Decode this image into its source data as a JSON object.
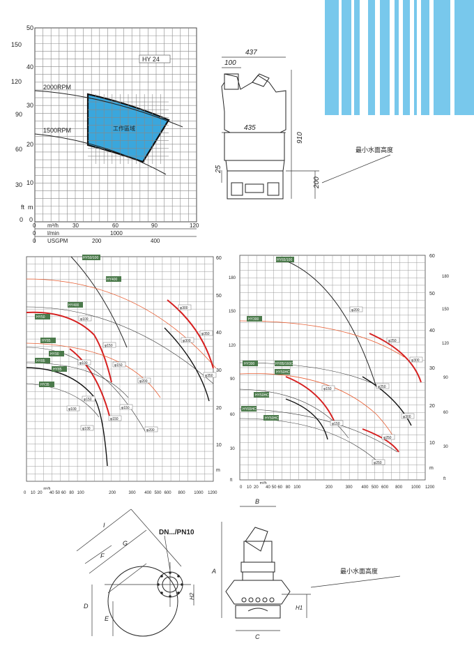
{
  "top_chart": {
    "model_label": "HY 24",
    "rpm_high": "2000RPM",
    "rpm_low": "1500RPM",
    "work_area_label": "工作區域",
    "left_ticks_ft": [
      "150",
      "120",
      "90",
      "60",
      "30",
      "0"
    ],
    "left_ticks_m": [
      "50",
      "40",
      "30",
      "20",
      "10",
      "0"
    ],
    "unit_ft": "ft",
    "unit_m": "m",
    "x_row1_unit": "m³/h",
    "x_row1_ticks": [
      "0",
      "30",
      "60",
      "90",
      "120"
    ],
    "x_row2_unit": "l/min",
    "x_row2_ticks": [
      "0",
      "1000"
    ],
    "x_row3_unit": "USGPM",
    "x_row3_ticks": [
      "0",
      "200",
      "400"
    ],
    "fill_color": "#3aa7dd"
  },
  "top_drawing": {
    "dim_437": "437",
    "dim_100": "100",
    "dim_435": "435",
    "dim_910": "910",
    "dim_25": "25",
    "dim_200": "200",
    "min_water_level": "最小水面高度"
  },
  "deco_stripes_color": "#78c8ec",
  "left_chart": {
    "labels": [
      "HY50/100",
      "HY400",
      "HY400",
      "HY50",
      "HY85",
      "HY90",
      "HY85",
      "HY85",
      "HY35"
    ],
    "diameters": [
      "φ300",
      "φ350",
      "φ300",
      "φ350",
      "φ100",
      "φ150",
      "φ150",
      "φ100",
      "φ200",
      "φ150",
      "φ100",
      "φ150",
      "φ150",
      "φ200",
      "φ100"
    ],
    "right_m_ticks": [
      "60",
      "50",
      "40",
      "30",
      "20",
      "10",
      "m"
    ],
    "right_ft_ticks": [
      "180",
      "150",
      "120",
      "90",
      "60",
      "30",
      "ft"
    ],
    "x_ticks": [
      "0",
      "10",
      "20",
      "40",
      "50",
      "60",
      "80",
      "100",
      "200",
      "300",
      "400",
      "500",
      "600",
      "800",
      "1000",
      "1200"
    ],
    "x_unit": "m³/h"
  },
  "right_chart": {
    "labels": [
      "HY65/100",
      "HY300",
      "HY300",
      "HY85/160C",
      "HY50HC",
      "HY50HC",
      "HY65HC",
      "HY50HC"
    ],
    "diameters": [
      "φ200",
      "φ250",
      "φ300",
      "φ150",
      "φ250",
      "φ150",
      "φ300",
      "φ250",
      "φ250"
    ],
    "right_m_ticks": [
      "60",
      "50",
      "40",
      "30",
      "20",
      "10",
      "m"
    ],
    "right_ft_ticks": [
      "180",
      "150",
      "120",
      "90",
      "60",
      "30",
      "ft"
    ],
    "x_ticks": [
      "0",
      "10",
      "20",
      "40",
      "50",
      "60",
      "80",
      "100",
      "200",
      "300",
      "400",
      "500",
      "600",
      "800",
      "1000",
      "1200"
    ],
    "x_unit": "m³/h"
  },
  "bottom_drawing": {
    "flange_label": "DN.../PN10",
    "dim_I": "I",
    "dim_G": "G",
    "dim_F": "F",
    "dim_D": "D",
    "dim_E": "E",
    "dim_H2": "H2",
    "dim_B": "B",
    "dim_A": "A",
    "dim_H1": "H1",
    "dim_C": "C",
    "min_water_level": "最小水面高度"
  }
}
